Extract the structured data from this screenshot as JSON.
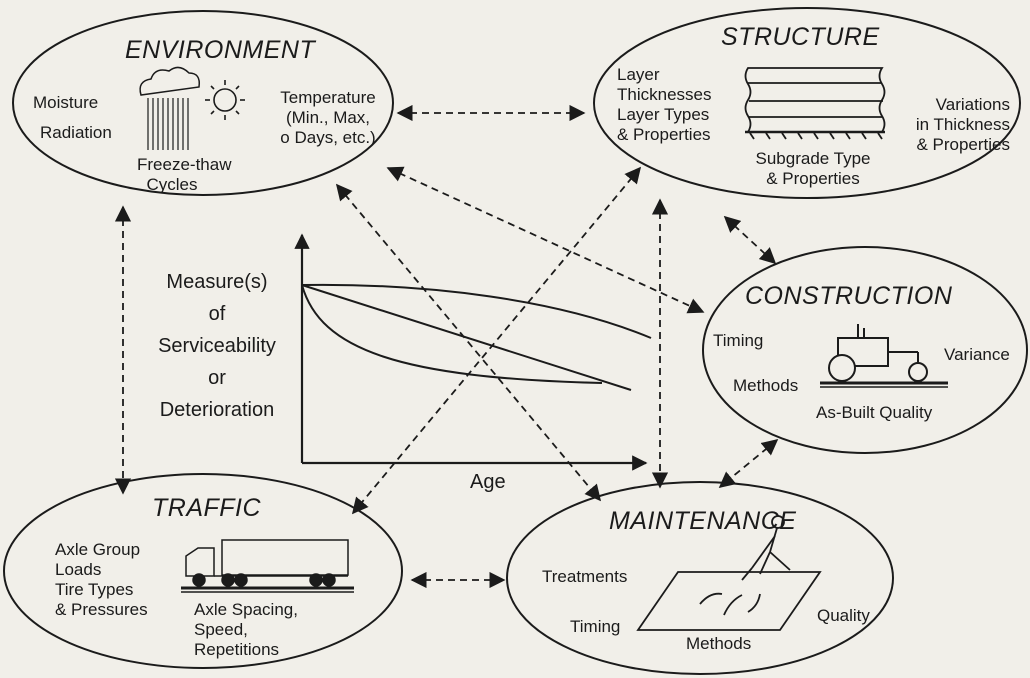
{
  "environment": {
    "title": "ENVIRONMENT",
    "moisture": "Moisture",
    "radiation": "Radiation",
    "freeze_thaw": "Freeze-thaw",
    "cycles": "Cycles",
    "temperature": "Temperature",
    "temp_line2": "(Min., Max,",
    "temp_line3": "o Days, etc.)"
  },
  "structure": {
    "title": "STRUCTURE",
    "layer_thicknesses_1": "Layer",
    "layer_thicknesses_2": "Thicknesses",
    "layer_types_1": "Layer Types",
    "layer_types_2": "& Properties",
    "variations_1": "Variations",
    "variations_2": "in Thickness",
    "variations_3": "& Properties",
    "subgrade_1": "Subgrade Type",
    "subgrade_2": "& Properties"
  },
  "construction": {
    "title": "CONSTRUCTION",
    "timing": "Timing",
    "methods": "Methods",
    "variance": "Variance",
    "as_built": "As-Built Quality"
  },
  "traffic": {
    "title": "TRAFFIC",
    "axle_group_1": "Axle Group",
    "axle_group_2": "Loads",
    "tire_types_1": "Tire Types",
    "tire_types_2": "& Pressures",
    "axle_spacing_1": "Axle Spacing,",
    "axle_spacing_2": "Speed,",
    "axle_spacing_3": "Repetitions"
  },
  "maintenance": {
    "title": "MAINTENANCE",
    "treatments": "Treatments",
    "timing": "Timing",
    "methods": "Methods",
    "quality": "Quality"
  },
  "graph": {
    "ylabel_1": "Measure(s)",
    "ylabel_2": "of",
    "ylabel_3": "Serviceability",
    "ylabel_4": "or",
    "ylabel_5": "Deterioration",
    "xlabel": "Age"
  }
}
